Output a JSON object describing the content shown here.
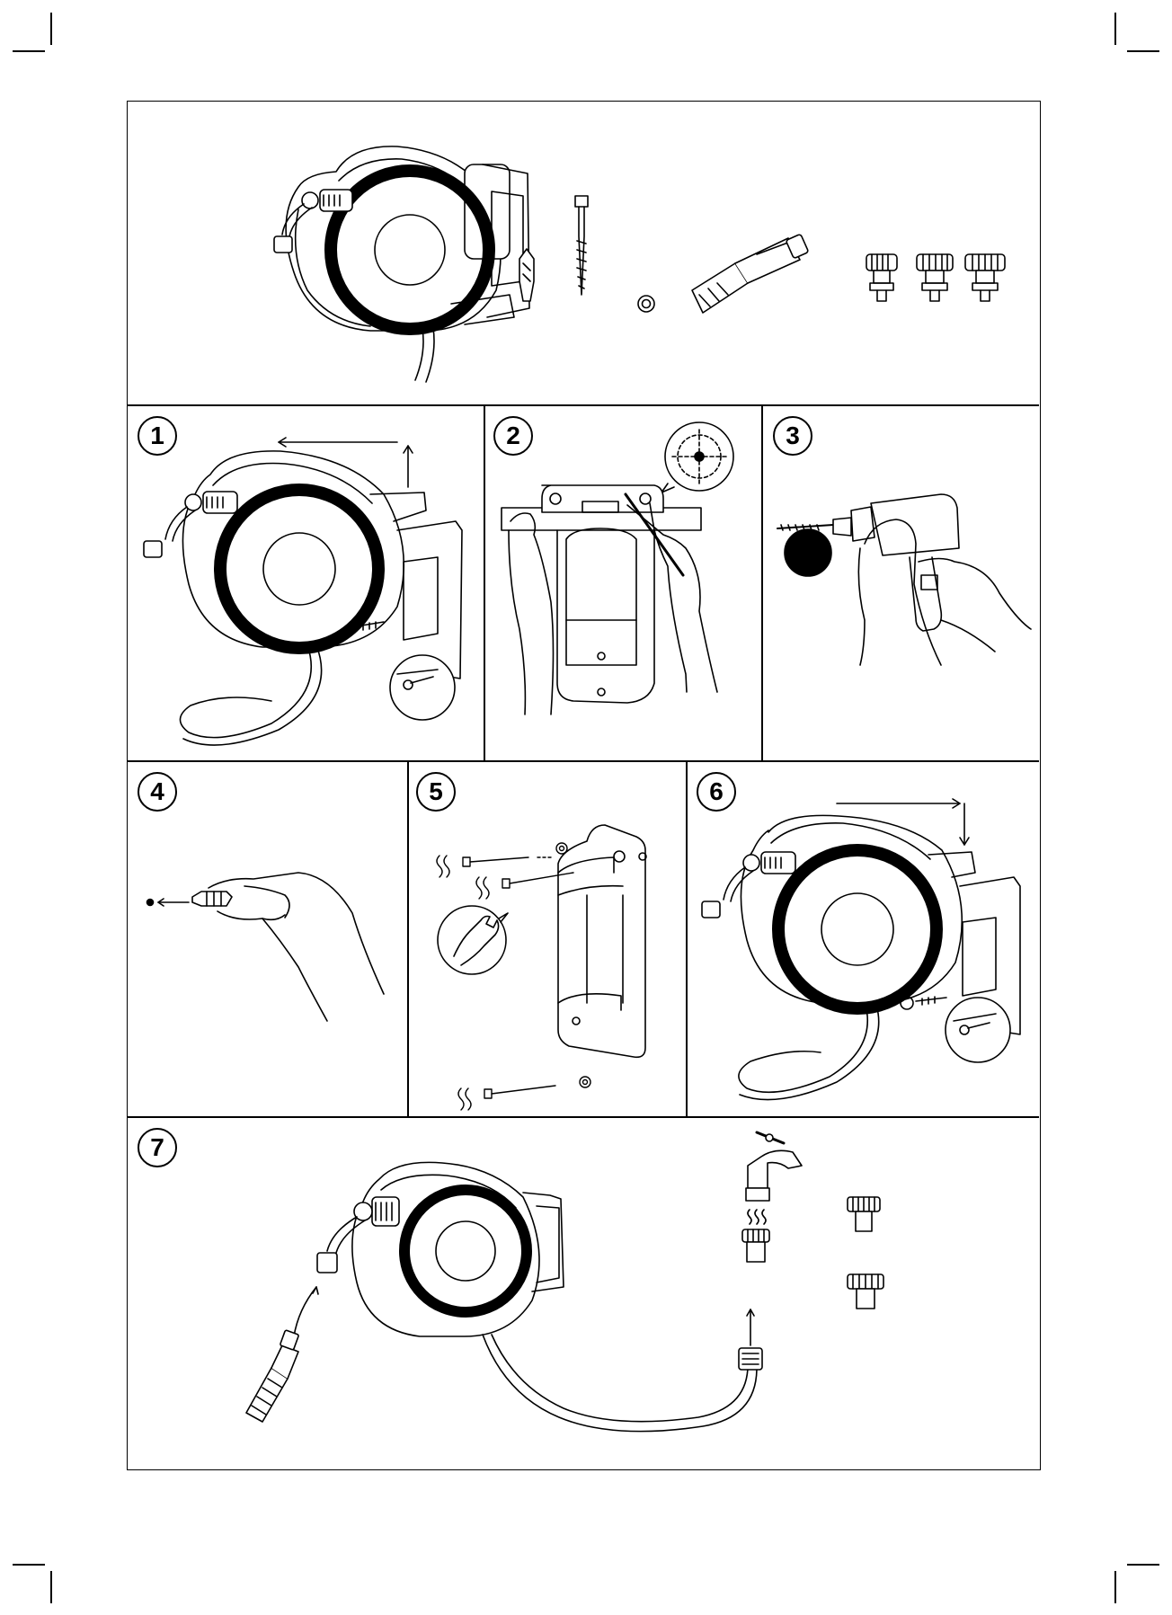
{
  "document": {
    "steps": [
      {
        "number": "1"
      },
      {
        "number": "2"
      },
      {
        "number": "3"
      },
      {
        "number": "4"
      },
      {
        "number": "5"
      },
      {
        "number": "6"
      },
      {
        "number": "7"
      }
    ]
  },
  "colors": {
    "ink": "#000000",
    "paper": "#ffffff"
  }
}
